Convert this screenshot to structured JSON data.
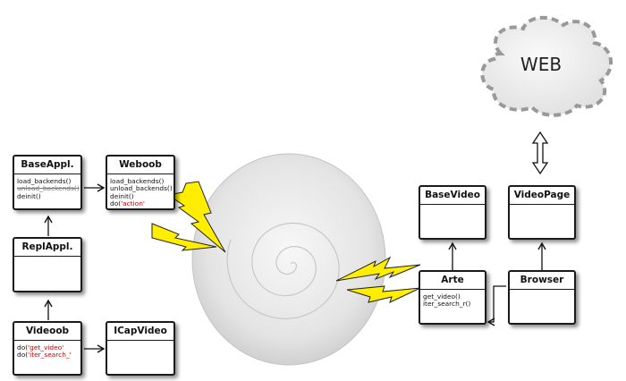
{
  "cloud": {
    "label": "WEB"
  },
  "boxes": {
    "baseappl": {
      "title": "BaseAppl.",
      "methods": [
        "load_backends()",
        "unload_backends()",
        "deinit()"
      ]
    },
    "weboob": {
      "title": "Weboob",
      "methods": [
        "load_backends()",
        "unload_backends()",
        "deinit()"
      ],
      "action_prefix": "do(",
      "action_arg": "'action'"
    },
    "replappl": {
      "title": "ReplAppl."
    },
    "videoob": {
      "title": "Videoob",
      "call1_prefix": "do(",
      "call1_arg": "'get_video'",
      "call2_prefix": "do(",
      "call2_arg": "'iter_search_'"
    },
    "icapvideo": {
      "title": "ICapVideo"
    },
    "basevideo": {
      "title": "BaseVideo"
    },
    "videopage": {
      "title": "VideoPage"
    },
    "arte": {
      "title": "Arte",
      "methods": [
        "get_video()",
        "iter_search_r()"
      ]
    },
    "browser": {
      "title": "Browser"
    }
  },
  "colors": {
    "lightning": "#ffee00",
    "box_border": "#1a1a1a",
    "highlight": "#c00000"
  }
}
